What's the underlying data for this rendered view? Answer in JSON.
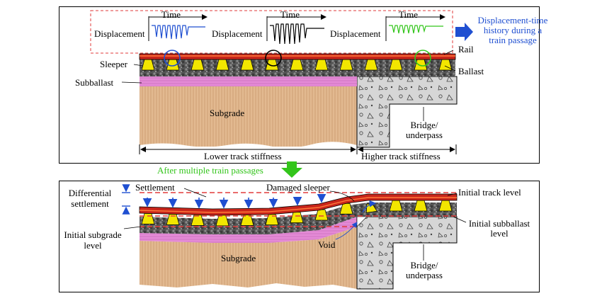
{
  "top": {
    "time_label": "Time",
    "displacement_label": "Displacement",
    "history_caption_l1": "Displacement-time",
    "history_caption_l2": "history during a",
    "history_caption_l3": "train passage",
    "rail": "Rail",
    "ballast": "Ballast",
    "sleeper": "Sleeper",
    "subballast": "Subballast",
    "subgrade": "Subgrade",
    "bridge_l1": "Bridge/",
    "bridge_l2": "underpass",
    "lower_stiffness": "Lower track stiffness",
    "higher_stiffness": "Higher track stiffness"
  },
  "transition": "After multiple train passages",
  "bottom": {
    "differential_l1": "Differential",
    "differential_l2": "settlement",
    "settlement": "Settlement",
    "damaged_sleeper": "Damaged sleeper",
    "initial_track_level": "Initial track level",
    "initial_subballast_l1": "Initial subballast",
    "initial_subballast_l2": "level",
    "initial_subgrade_l1": "Initial subgrade",
    "initial_subgrade_l2": "level",
    "void": "Void",
    "subgrade": "Subgrade",
    "bridge_l1": "Bridge/",
    "bridge_l2": "underpass"
  },
  "colors": {
    "rail": "#c8251a",
    "sleeper": "#f2e600",
    "subballast": "#e48ad6",
    "subgrade": "#e2b990",
    "concrete": "#d6d6d6",
    "signal_blue": "#1f4fd1",
    "signal_black": "#000000",
    "signal_green": "#33c51b",
    "dashed_box": "#e23b3b"
  }
}
